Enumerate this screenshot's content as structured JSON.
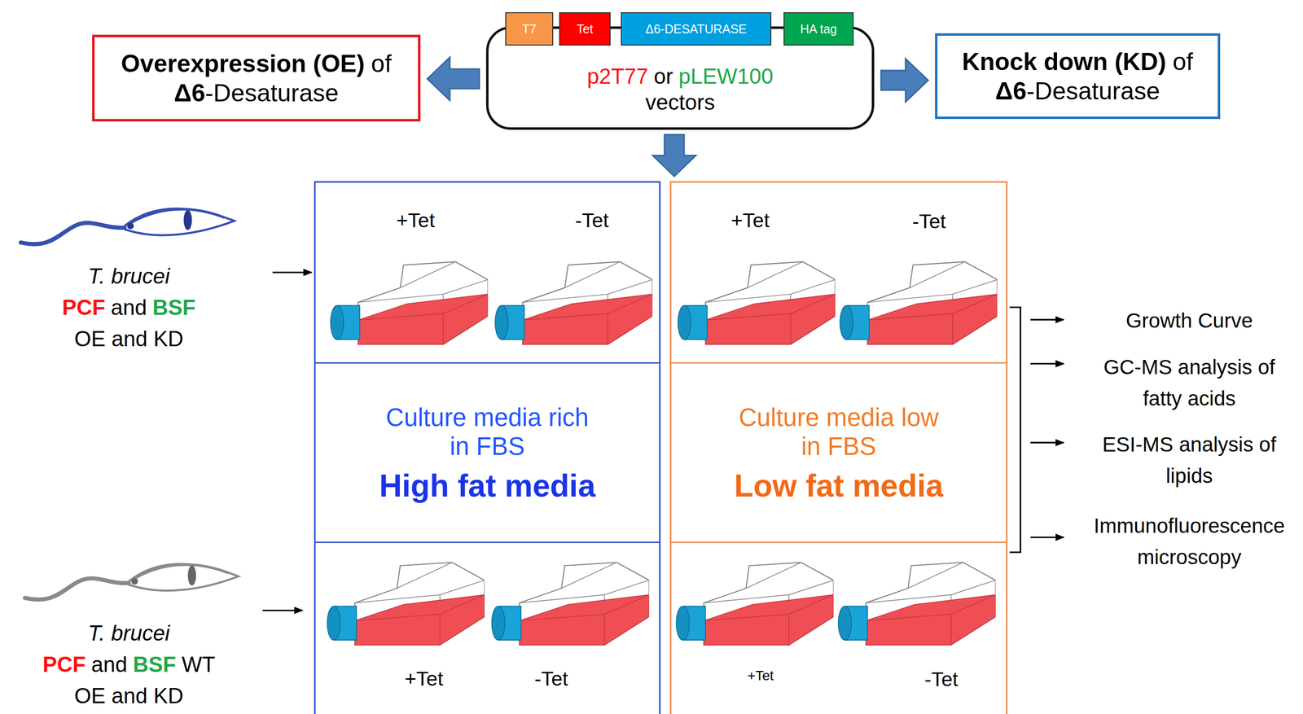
{
  "diagram": {
    "nodes": [
      {
        "text": [
          "Overexpression (OE)",
          "of",
          "Δ6",
          "-Desaturase"
        ]
      },
      {
        "text": [
          "p2T77",
          "or",
          "pLEW100",
          "vectors"
        ]
      },
      {
        "text": [
          "T7"
        ],
        "in": 1
      },
      {
        "text": [
          "Tet"
        ],
        "in": 1
      },
      {
        "text": [
          "Δ6-DESATURASE"
        ],
        "in": 1
      },
      {
        "text": [
          "HA tag"
        ],
        "in": 1
      },
      {
        "text": [
          "Knock down (KD)",
          "of",
          "Δ6",
          "-Desaturase"
        ]
      },
      {
        "text": [
          "Culture media rich in FBS",
          "High fat media"
        ]
      },
      {
        "text": [
          "Culture media low in FBS",
          "Low fat media"
        ]
      }
    ],
    "edges": [
      {
        "from": 1,
        "to": 0,
        "arrow": "to"
      },
      {
        "from": 1,
        "to": 6,
        "arrow": "to"
      },
      {
        "from": 1,
        "to": 8,
        "arrow": "to"
      }
    ],
    "labels": [
      "+Tet",
      "-Tet",
      "+Tet",
      "-Tet",
      "+Tet",
      "-Tet",
      "+Tet",
      "-Tet",
      "T. brucei",
      "PCF",
      "and",
      "BSF",
      "OE and KD",
      "T. brucei",
      "PCF",
      "and",
      "BSF",
      "WT",
      "OE and KD",
      "Growth Curve",
      "GC-MS analysis of fatty acids",
      "ESI-MS analysis of lipids",
      "Immunofluorescence microscopy"
    ]
  }
}
